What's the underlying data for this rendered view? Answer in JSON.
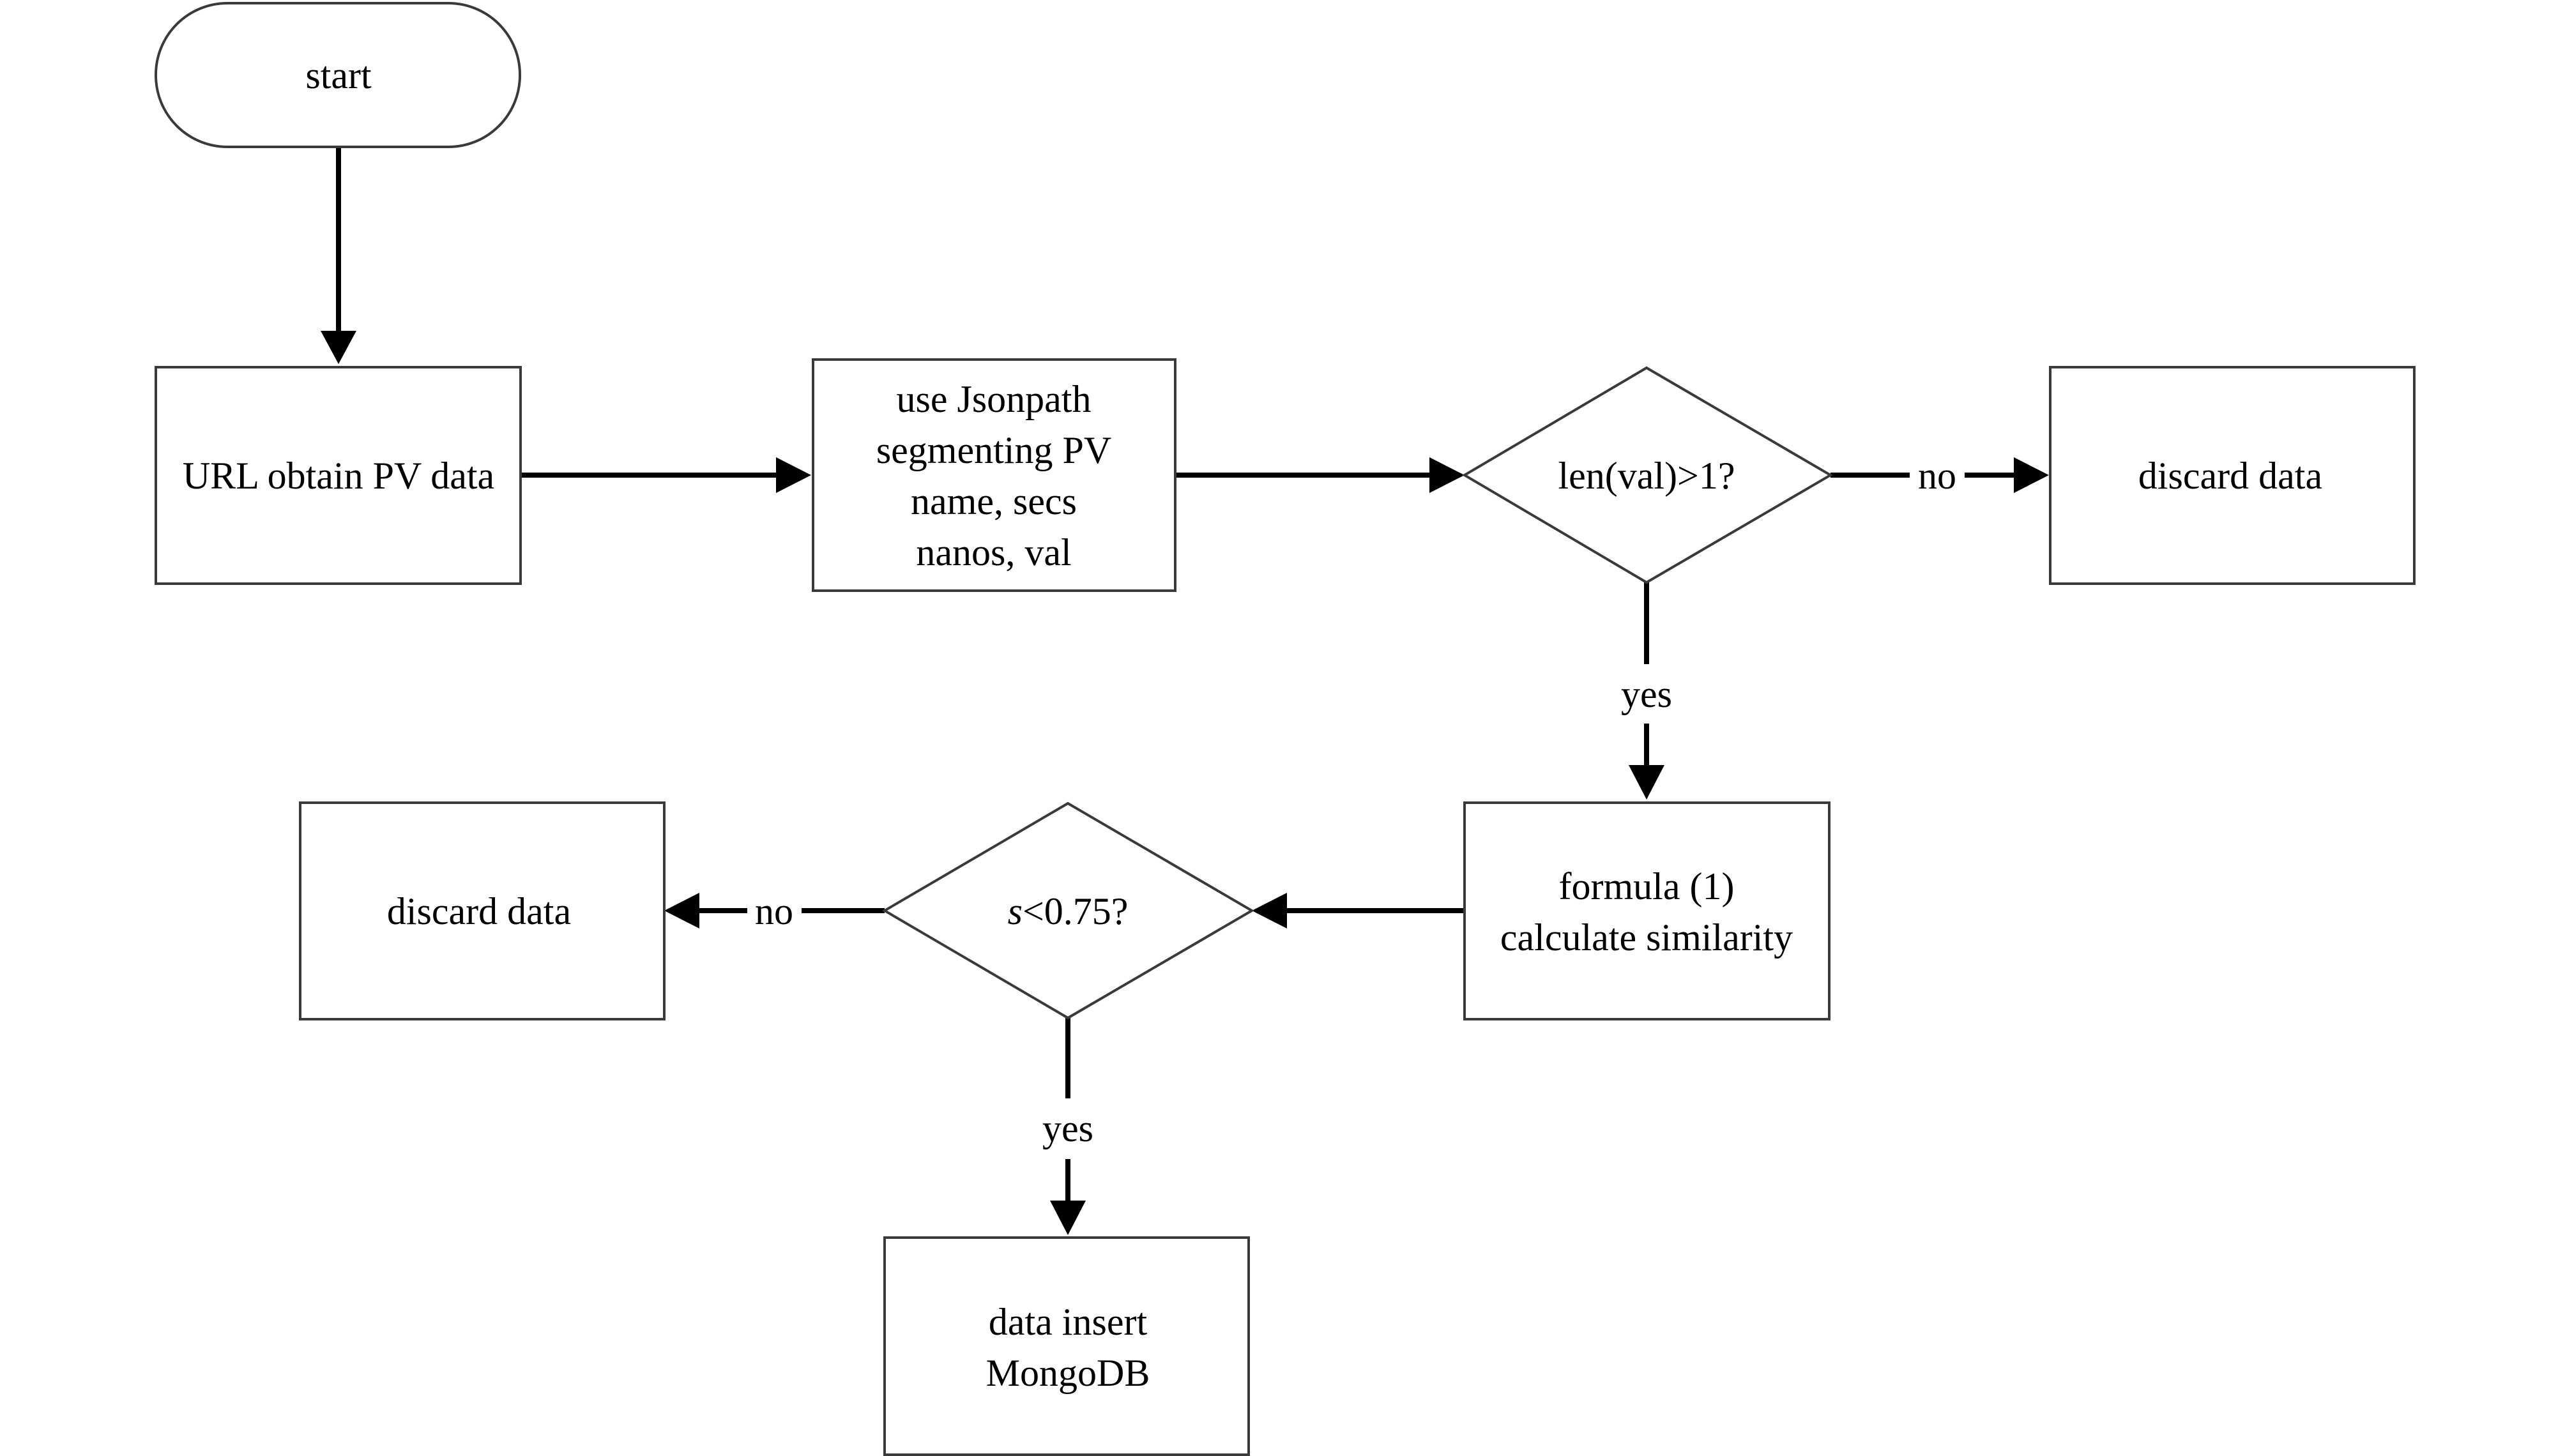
{
  "nodes": {
    "start": {
      "lines": [
        "start"
      ]
    },
    "url_obtain": {
      "lines": [
        "URL obtain PV data"
      ]
    },
    "jsonpath": {
      "lines": [
        "use Jsonpath",
        "segmenting PV",
        "name, secs",
        "nanos, val"
      ]
    },
    "len_check": {
      "lines": [
        "len(val)>1?"
      ]
    },
    "discard_1": {
      "lines": [
        "discard data"
      ]
    },
    "similarity": {
      "lines": [
        "formula (1)",
        "calculate similarity"
      ]
    },
    "s_check": {
      "var": "s",
      "rest": "<0.75?"
    },
    "discard_2": {
      "lines": [
        "discard data"
      ]
    },
    "insert": {
      "lines": [
        "data insert",
        "MongoDB"
      ]
    }
  },
  "edges": {
    "len_no": "no",
    "len_yes": "yes",
    "s_no": "no",
    "s_yes": "yes"
  },
  "colors": {
    "stroke": "#3a3a3a",
    "arrow": "#000000",
    "fill": "#ffffff"
  }
}
